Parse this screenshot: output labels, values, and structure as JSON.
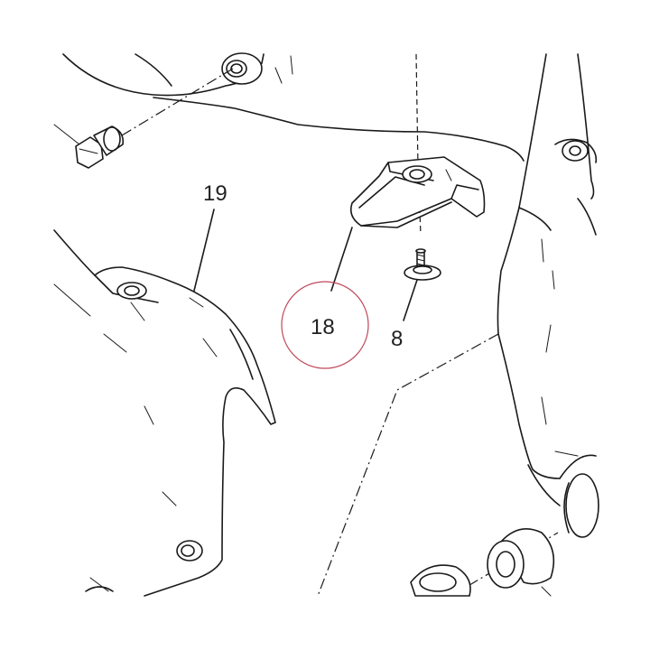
{
  "diagram": {
    "callouts": [
      {
        "id": "part-19",
        "label": "19"
      },
      {
        "id": "part-18",
        "label": "18",
        "highlighted": true
      },
      {
        "id": "part-8",
        "label": "8"
      }
    ],
    "highlight_color": "#c0485a",
    "line_color": "#1a1a1a"
  }
}
